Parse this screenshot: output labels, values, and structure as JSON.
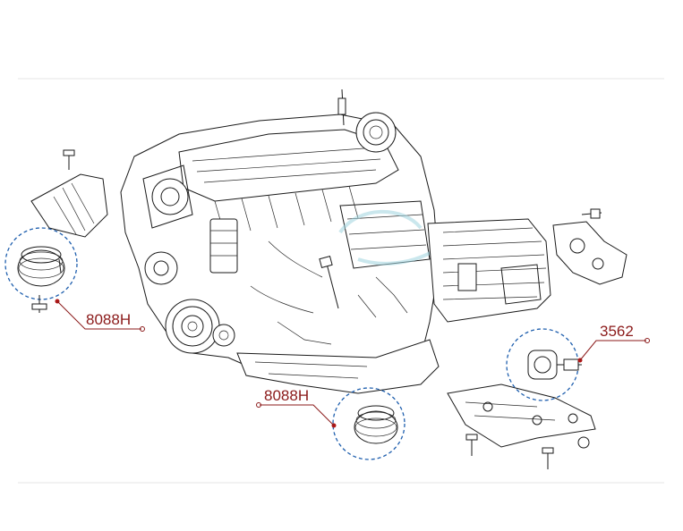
{
  "callouts": {
    "left_mount": {
      "label": "8088H"
    },
    "bottom_mount": {
      "label": "8088H"
    },
    "trans_mount": {
      "label": "3562"
    }
  },
  "colors": {
    "callout_text": "#8b1a1a",
    "callout_dot": "#b01818",
    "highlight_ring": "#1f5fae",
    "line_art": "#1a1a1a",
    "watermark": "#9fd4df"
  }
}
